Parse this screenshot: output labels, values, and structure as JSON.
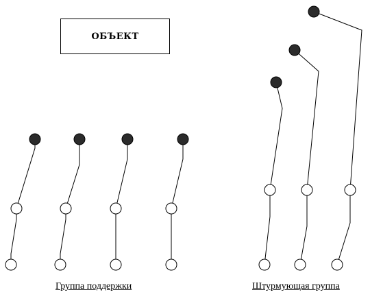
{
  "object_box": {
    "label": "ОБЪЕКТ"
  },
  "groups": {
    "support": {
      "label": "Группа поддержки",
      "figure_count": 4
    },
    "assault": {
      "label": "Штурмующая группа",
      "figure_count": 3
    }
  },
  "colors": {
    "line": "#000000",
    "filled_node": "#2b2b2b",
    "open_node": "#ffffff",
    "background": "#ffffff"
  }
}
